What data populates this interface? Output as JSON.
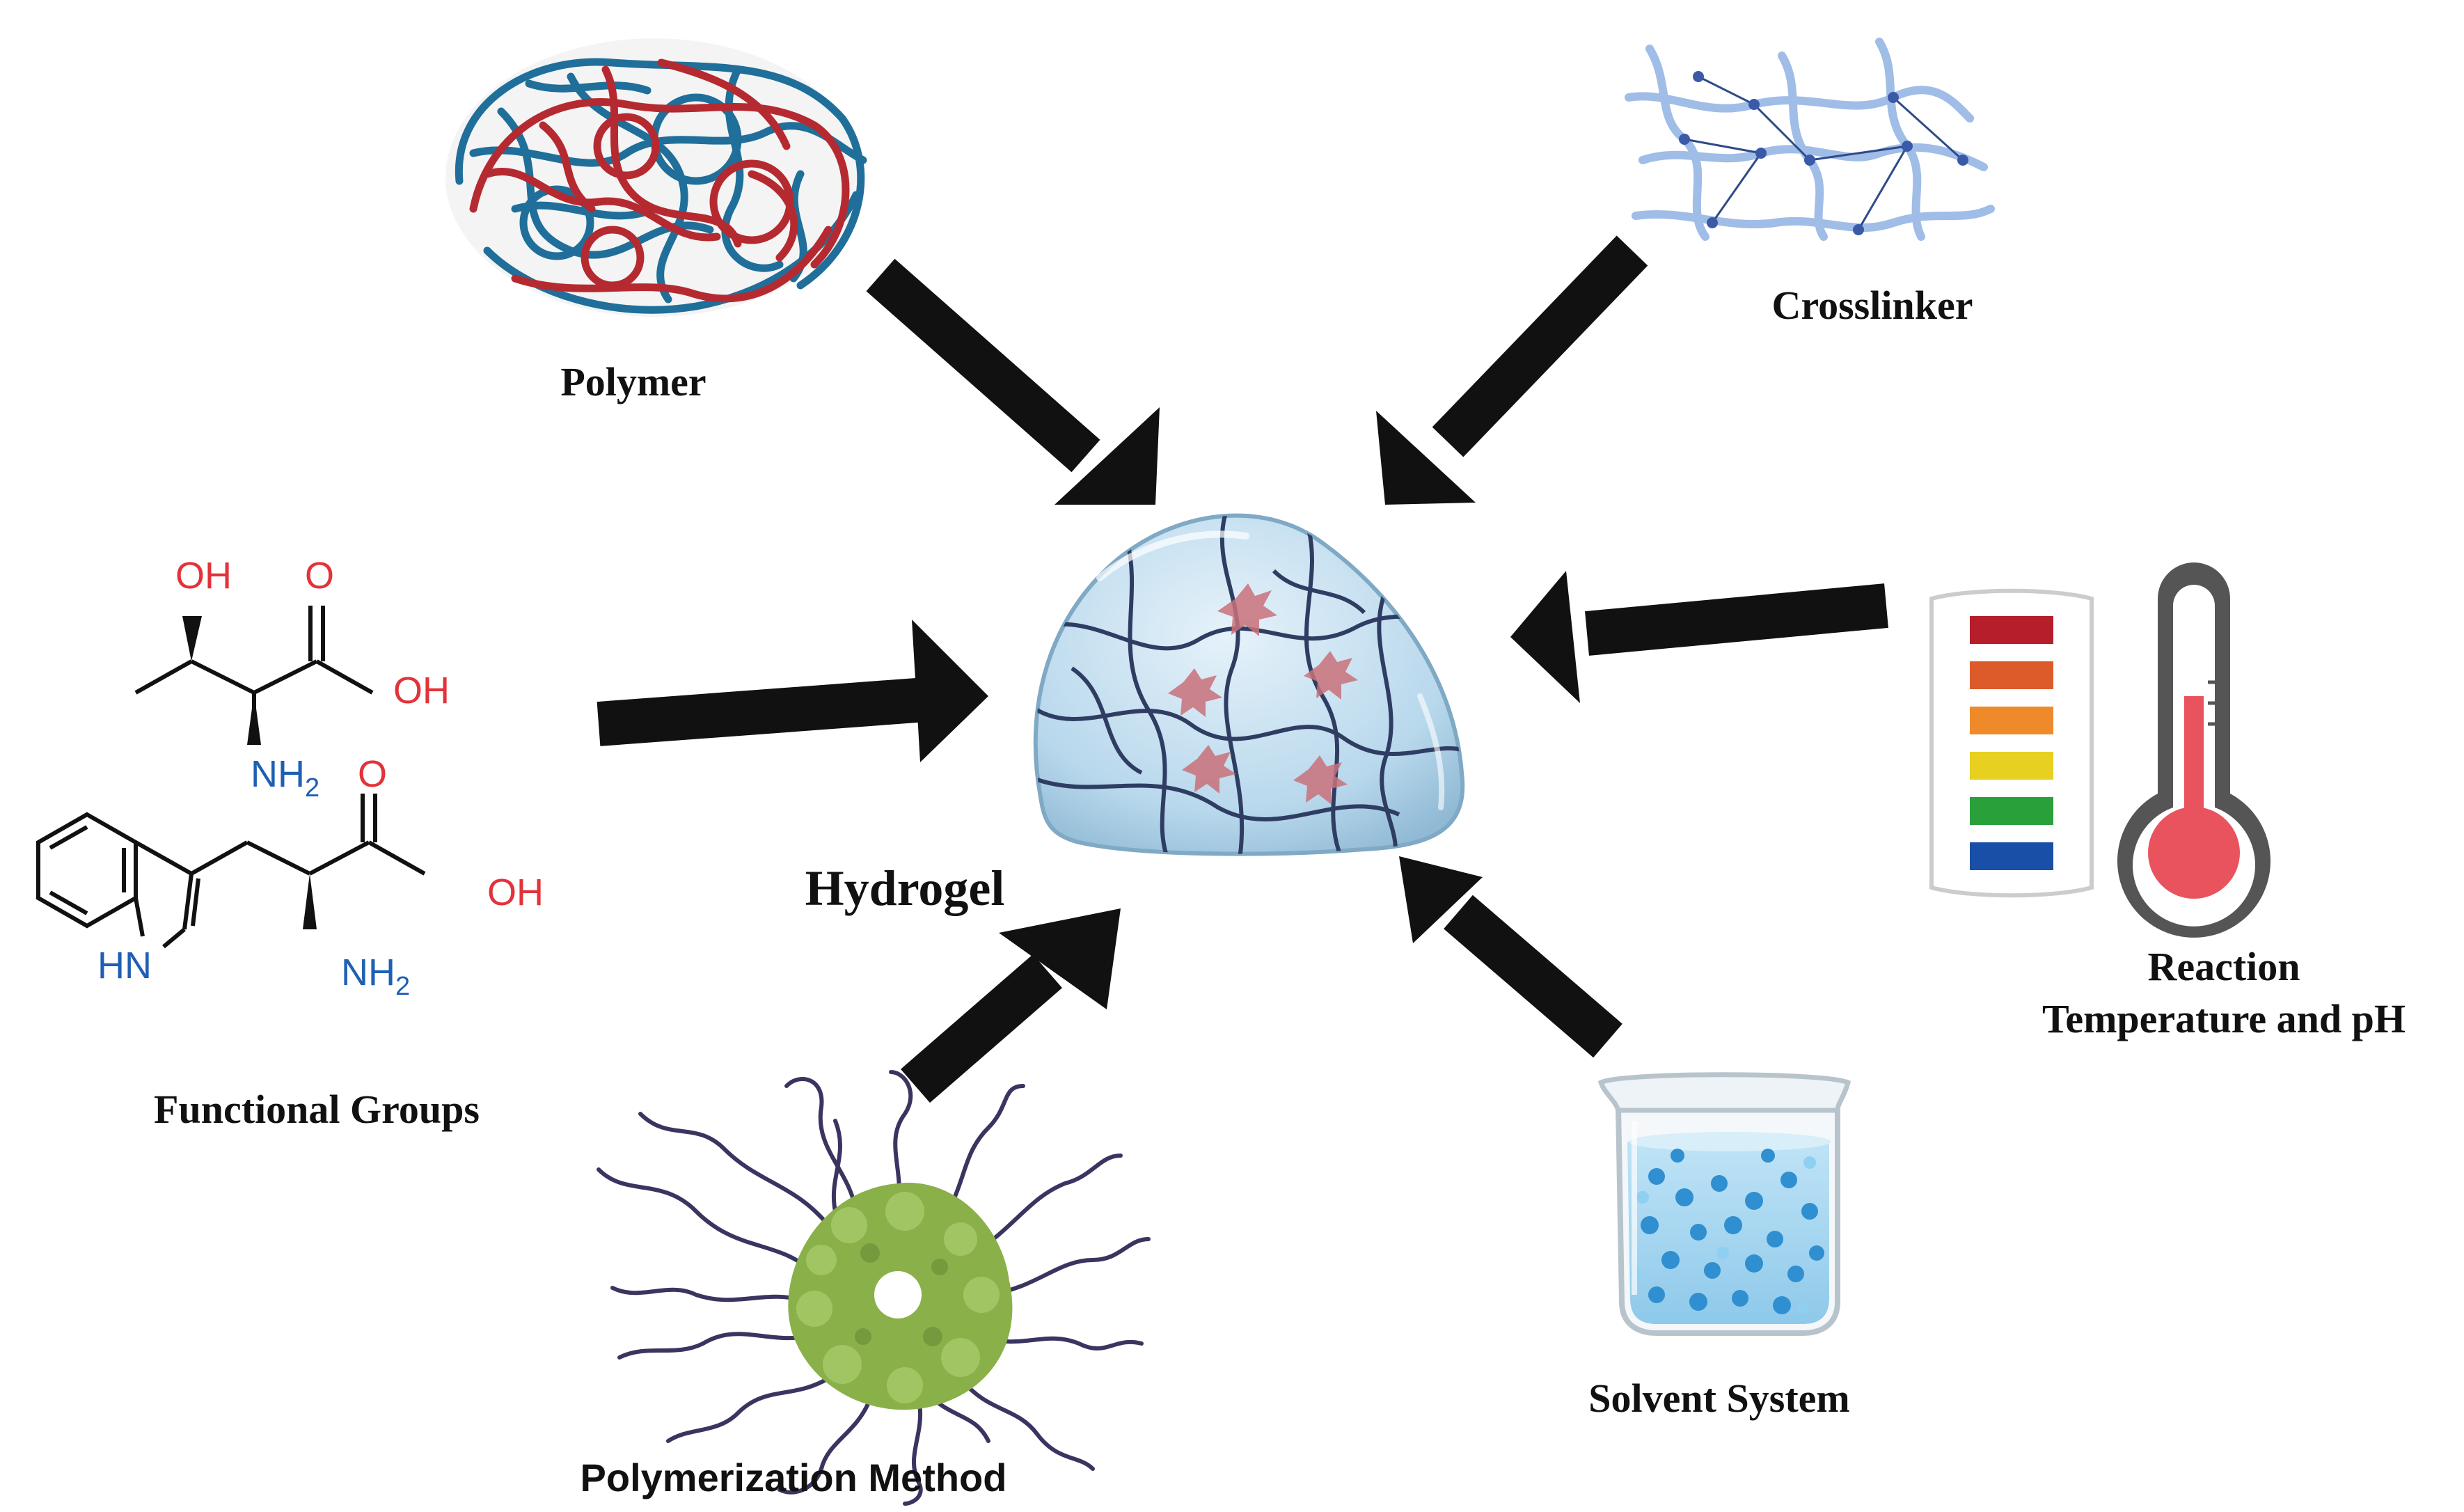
{
  "center": {
    "label": "Hydrogel"
  },
  "factors": {
    "polymer": {
      "label": "Polymer"
    },
    "crosslinker": {
      "label": "Crosslinker"
    },
    "functional_groups": {
      "label": "Functional Groups"
    },
    "reaction": {
      "label_line1": "Reaction",
      "label_line2": "Temperature and pH"
    },
    "polymerization": {
      "label": "Polymerization Method"
    },
    "solvent": {
      "label": "Solvent System"
    }
  },
  "chemistry": {
    "threonine": {
      "oh_top": "OH",
      "o": "O",
      "oh_acid": "OH",
      "nh": "NH",
      "sub2": "2"
    },
    "tryptophan": {
      "o": "O",
      "oh_acid": "OH",
      "hn": "HN",
      "nh": "NH",
      "sub2": "2"
    }
  },
  "colors": {
    "arrow": "#111111",
    "polymer_red": "#b52a30",
    "polymer_blue": "#1f6f9a",
    "crosslinker": "#9fbde6",
    "gel": "#bcd9ec",
    "cell": "#c9717a",
    "oxygen_red": "#e2323a",
    "nitrogen_blue": "#1f5fb3",
    "ph_strip": [
      "#b51e2a",
      "#dd5a2a",
      "#ee8a2a",
      "#e8d020",
      "#2aa03a",
      "#1a4fa8"
    ],
    "thermometer": "#e8535e",
    "micelle_green": "#8ab04a",
    "chains_purple": "#3a3560",
    "solvent_blue": "#5aa8d8"
  }
}
